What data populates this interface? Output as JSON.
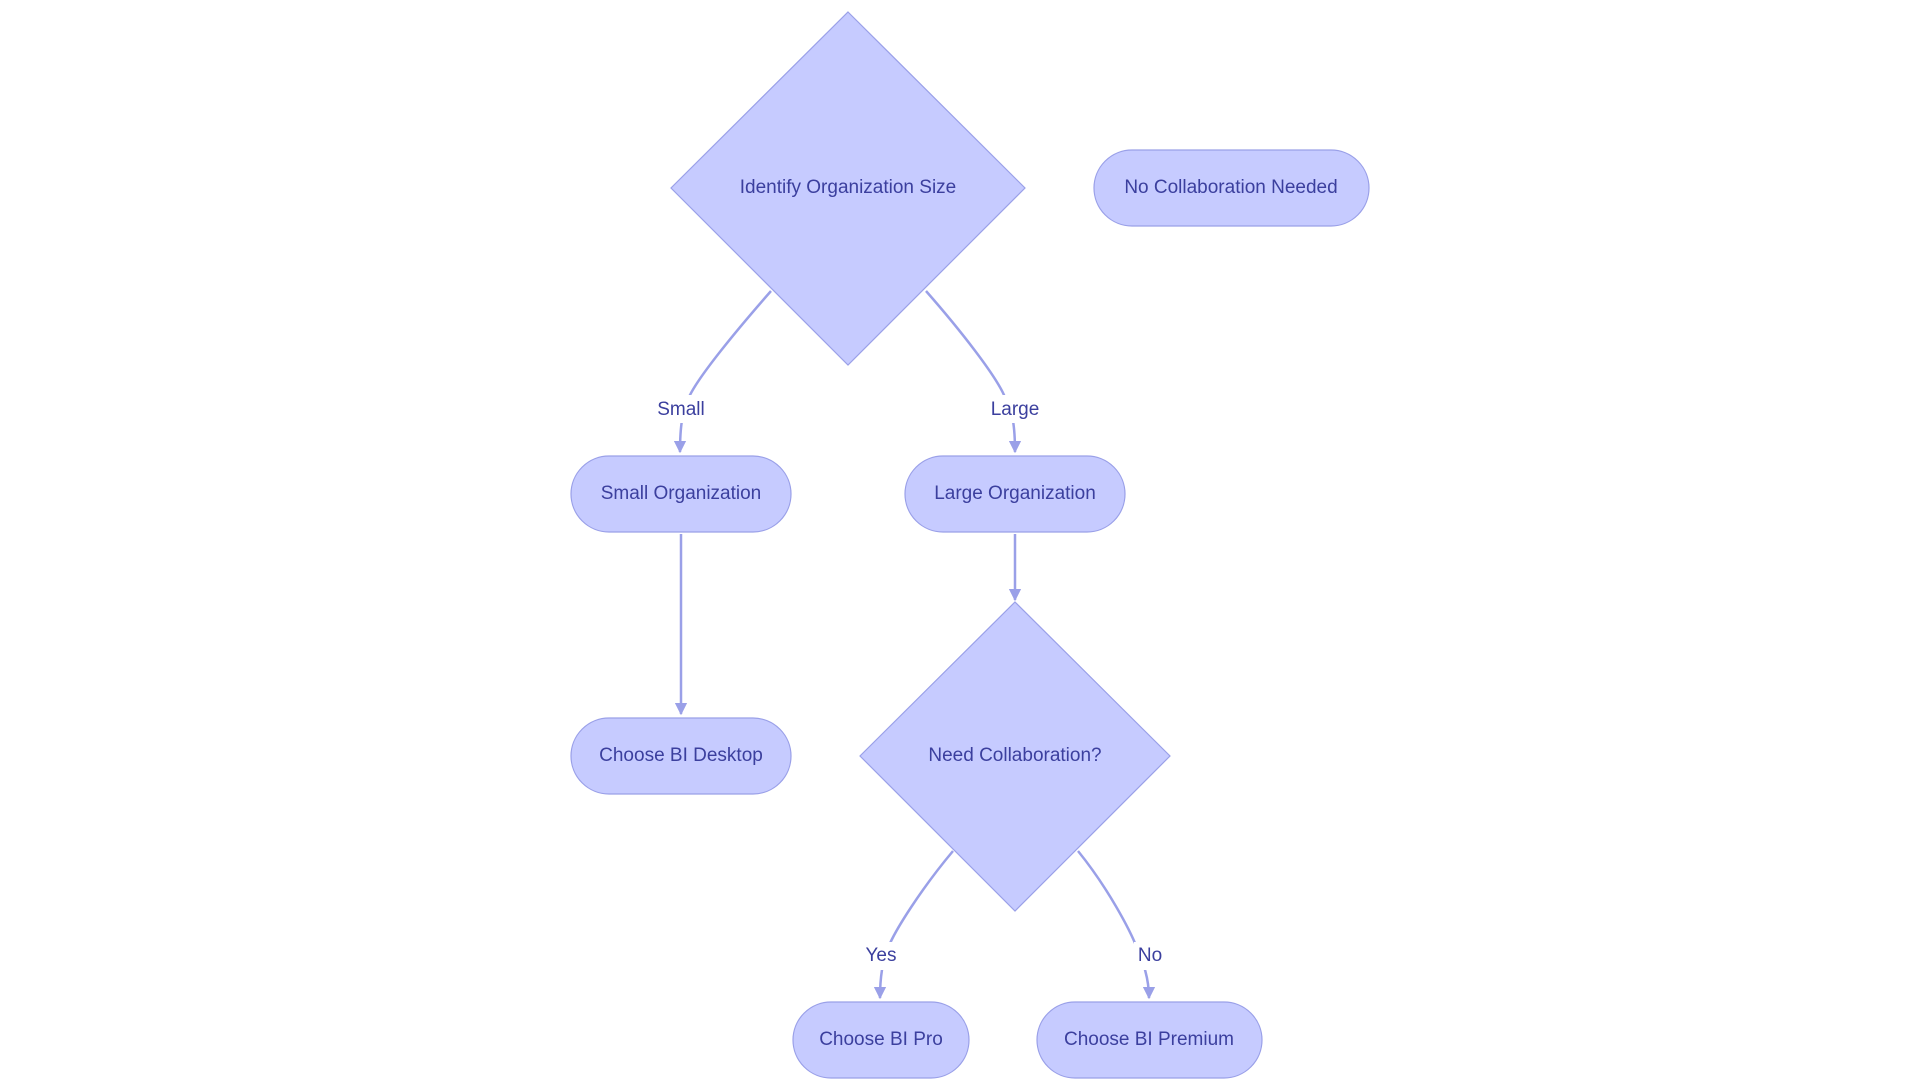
{
  "colors": {
    "node_fill": "#c6cbff",
    "node_stroke": "#9aa0e8",
    "edge": "#9aa0e8",
    "text": "#3b3f9e",
    "background": "#ffffff"
  },
  "nodes": {
    "identify_size": "Identify Organization Size",
    "no_collab": "No Collaboration Needed",
    "small_org": "Small Organization",
    "large_org": "Large Organization",
    "bi_desktop": "Choose BI Desktop",
    "need_collab": "Need Collaboration?",
    "bi_pro": "Choose BI Pro",
    "bi_premium": "Choose BI Premium"
  },
  "edges": {
    "small": "Small",
    "large": "Large",
    "yes": "Yes",
    "no": "No"
  }
}
